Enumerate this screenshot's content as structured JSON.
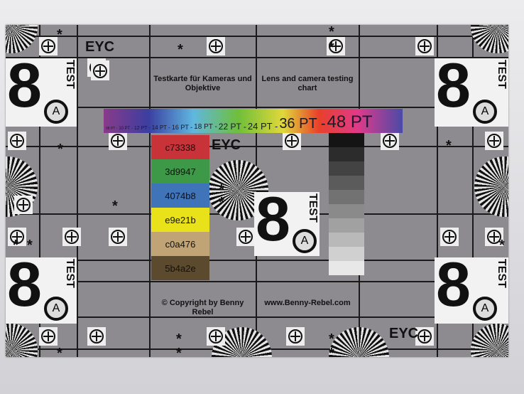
{
  "headings": {
    "german": "Testkarte für Kameras und Objektive",
    "english": "Lens and camera testing chart"
  },
  "brand": "EYC",
  "font_sizes": [
    "08 PT",
    "10 PT",
    "12 PT",
    "14 PT",
    "16 PT",
    "18 PT",
    "22 PT",
    "24 PT",
    "36 PT",
    "48 PT"
  ],
  "swatches": [
    {
      "label": "c73338",
      "color": "#c73338"
    },
    {
      "label": "3d9947",
      "color": "#3d9947"
    },
    {
      "label": "4074b8",
      "color": "#4074b8"
    },
    {
      "label": "e9e21b",
      "color": "#e9e21b"
    },
    {
      "label": "c0a476",
      "color": "#c0a476"
    },
    {
      "label": "5b4a2e",
      "color": "#5b4a2e"
    }
  ],
  "logo": {
    "digit": "8",
    "word": "TEST",
    "letter": "A"
  },
  "asterisk": "*",
  "copyright": "© Copyright by Benny Rebel",
  "website": "www.Benny-Rebel.com"
}
